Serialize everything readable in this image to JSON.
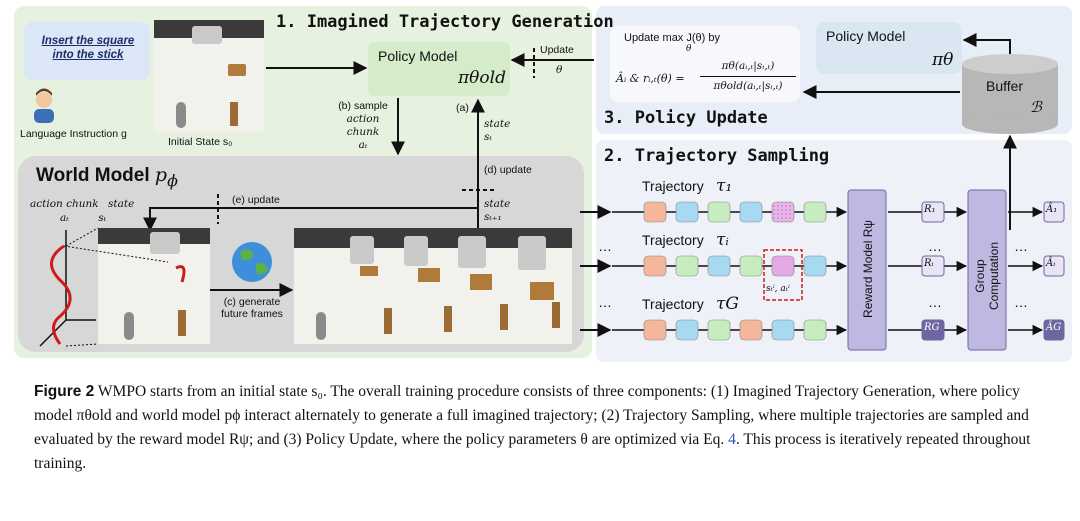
{
  "sections": {
    "imagined": "1. Imagined Trajectory Generation",
    "policy_update": "3. Policy Update",
    "trajectory_sampling": "2. Trajectory Sampling",
    "world_model": "World Model"
  },
  "instruction": {
    "text_line1": "Insert the square",
    "text_line2": "into the stick",
    "language_label": "Language Instruction g",
    "initial_state_label": "Initial State s₀"
  },
  "policy_model_old": {
    "title": "Policy Model",
    "symbol": "πθold"
  },
  "arrows": {
    "update": "Update",
    "theta": "θ",
    "b_sample": "(b) sample",
    "action_chunk": "action chunk",
    "a_t": "aₜ",
    "a_label": "(a)",
    "state": "state",
    "s_t": "sₜ",
    "d_update": "(d) update",
    "s_t1": "sₜ₊₁",
    "e_update": "(e) update",
    "c_generate1": "(c) generate",
    "c_generate2": "future frames"
  },
  "policy_update_box": {
    "line1": "Update  max J(θ)  by",
    "line1_sub": "θ",
    "formula_left": "Âᵢ & rᵢ,ₜ(θ) =",
    "numerator": "πθ(aᵢ,ₜ|sᵢ,ₜ)",
    "denominator": "πθold(aᵢ,ₜ|sᵢ,ₜ)",
    "policy_model": "Policy Model",
    "pi_theta": "πθ",
    "buffer": "Buffer",
    "buffer_symbol": "ℬ"
  },
  "trajectories": [
    {
      "label": "Trajectory",
      "symbol": "τ₁",
      "reward": "R₁",
      "adv": "Â₁"
    },
    {
      "label": "Trajectory",
      "symbol": "τᵢ",
      "reward": "Rᵢ",
      "adv": "Âᵢ"
    },
    {
      "label": "Trajectory",
      "symbol": "τG",
      "reward": "RG",
      "adv": "ÂG"
    }
  ],
  "highlight_label": "sₜⁱ, aₜⁱ",
  "reward_model": "Reward Model Rψ",
  "group_computation": "Group Computation",
  "dots": "…",
  "caption": {
    "figure": "Figure 2",
    "text": "WMPO starts from an initial state s₀. The overall training procedure consists of three components: (1) Imagined Trajectory Generation, where policy model πθold and world model pϕ interact alternately to generate a full imagined trajectory; (2) Trajectory Sampling, where multiple trajectories are sampled and evaluated by the reward model Rψ; and (3) Policy Update, where the policy parameters θ are optimized via Eq. ",
    "ref": "4",
    "tail": ". This process is iteratively repeated throughout training."
  },
  "colors": {
    "green_panel": "#e6f2df",
    "gray_panel": "#d9d9d9",
    "blue_panel": "#e8eef7",
    "purple_box": "#bfb8e0",
    "orange_cell": "#f4b79b",
    "blue_cell": "#a8d9f2",
    "green_cell": "#c6ecc0",
    "pink_cell": "#e4a9e4"
  }
}
